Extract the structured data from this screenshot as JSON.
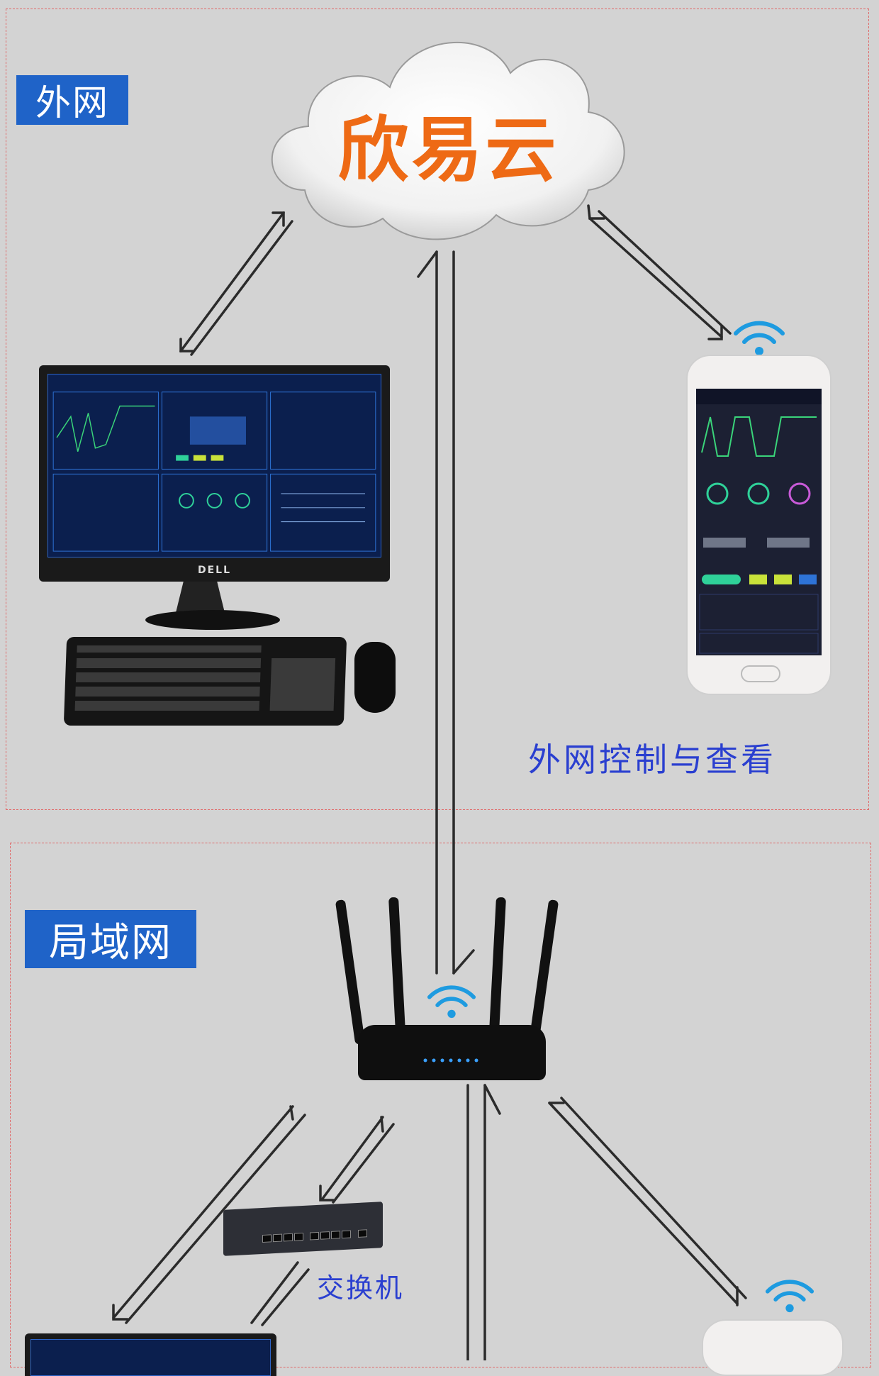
{
  "zones": {
    "wan_label": "外网",
    "lan_label": "局域网"
  },
  "cloud": {
    "title": "欣易云"
  },
  "captions": {
    "wan_control": "外网控制与查看",
    "switch": "交换机"
  },
  "devices": {
    "monitor_brand": "DELL"
  },
  "colors": {
    "label_bg": "#1f63c8",
    "cloud_title": "#ee6a15",
    "caption_text": "#2a3fd0",
    "zone_border": "#e06a6a",
    "wifi": "#1e9be0"
  },
  "icons": [
    "cloud-icon",
    "wifi-icon",
    "router-icon",
    "switch-icon",
    "desktop-computer-icon",
    "smartphone-icon"
  ]
}
